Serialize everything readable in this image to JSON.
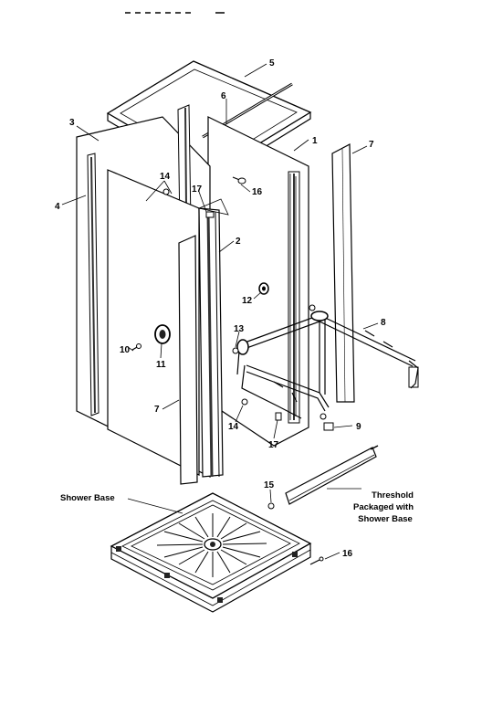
{
  "callouts": {
    "c1": "1",
    "c2": "2",
    "c3": "3",
    "c4": "4",
    "c5": "5",
    "c6": "6",
    "c7a": "7",
    "c7b": "7",
    "c8": "8",
    "c9": "9",
    "c10": "10",
    "c11": "11",
    "c12": "12",
    "c13": "13",
    "c14a": "14",
    "c14b": "14",
    "c15": "15",
    "c16a": "16",
    "c16b": "16",
    "c17a": "17",
    "c17b": "17"
  },
  "labels": {
    "shower_base": "Shower Base",
    "threshold_line1": "Threshold",
    "threshold_line2": "Packaged with",
    "threshold_line3": "Shower Base"
  }
}
